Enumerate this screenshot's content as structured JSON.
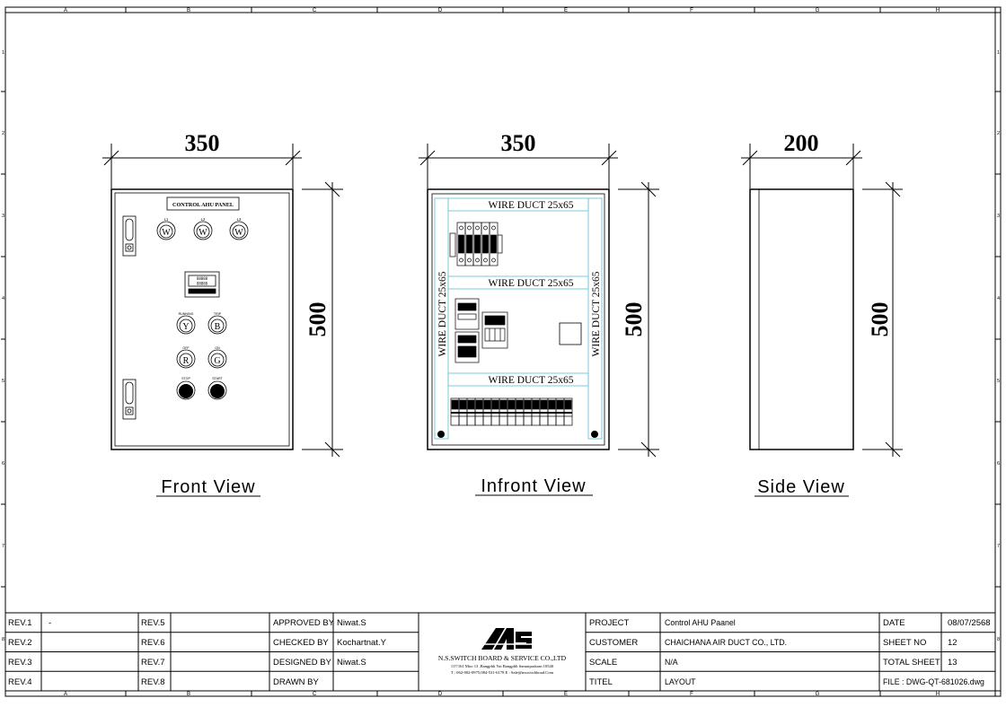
{
  "frame": {
    "columns": [
      "A",
      "B",
      "C",
      "D",
      "E",
      "F",
      "G",
      "H"
    ],
    "rows": [
      "1",
      "2",
      "3",
      "4",
      "5",
      "6",
      "7",
      "8"
    ]
  },
  "views": {
    "front": {
      "caption": "Front View",
      "width_dim": "350",
      "height_dim": "500",
      "nameplate": "CONTROL AHU PANEL",
      "lamps": [
        "L1",
        "L2",
        "L3"
      ],
      "lamp_symbol": "W",
      "indicator_labels": [
        "RUNNING",
        "TRIP",
        "OFF",
        "ON"
      ],
      "indicator_symbols": [
        "Y",
        "B",
        "R",
        "G"
      ],
      "pushbutton_labels": [
        "STOP",
        "START"
      ],
      "meter_lines": [
        "88888",
        "88888"
      ]
    },
    "infront": {
      "caption": "Infront View",
      "width_dim": "350",
      "height_dim": "500",
      "duct_label": "WIRE DUCT 25x65"
    },
    "side": {
      "caption": "Side View",
      "width_dim": "200",
      "height_dim": "500"
    }
  },
  "title_block": {
    "revisions": [
      {
        "label": "REV.1",
        "value": "-"
      },
      {
        "label": "REV.2",
        "value": ""
      },
      {
        "label": "REV.3",
        "value": ""
      },
      {
        "label": "REV.4",
        "value": ""
      }
    ],
    "revisions2": [
      {
        "label": "REV.5",
        "value": ""
      },
      {
        "label": "REV.6",
        "value": ""
      },
      {
        "label": "REV.7",
        "value": ""
      },
      {
        "label": "REV.8",
        "value": ""
      }
    ],
    "approvals": [
      {
        "label": "APPROVED BY",
        "value": "Niwat.S"
      },
      {
        "label": "CHECKED BY",
        "value": "Kochartnat.Y"
      },
      {
        "label": "DESIGNED BY",
        "value": "Niwat.S"
      },
      {
        "label": "DRAWN BY",
        "value": ""
      }
    ],
    "company": {
      "name": "N.S.SWITCH BOARD & SERVICE CO.,LTD",
      "address": "117/161 Moo 13 ,Bangphli Yai Bangphli Samutprakarn 10540",
      "contact": "T : 062-002-0975,084-531-6178 E : Sale@nsswitchboad.Com"
    },
    "project_info": [
      {
        "label": "PROJECT",
        "value": "Control AHU Paanel"
      },
      {
        "label": "CUSTOMER",
        "value": "CHAICHANA AIR DUCT CO., LTD."
      },
      {
        "label": "SCALE",
        "value": "N/A"
      },
      {
        "label": "TITEL",
        "value": "LAYOUT"
      }
    ],
    "sheet_info": [
      {
        "label": "DATE",
        "value": "08/07/2568"
      },
      {
        "label": "SHEET NO",
        "value": "12"
      },
      {
        "label": "TOTAL SHEET",
        "value": "13"
      }
    ],
    "file": "FILE : DWG-QT-681026.dwg"
  }
}
